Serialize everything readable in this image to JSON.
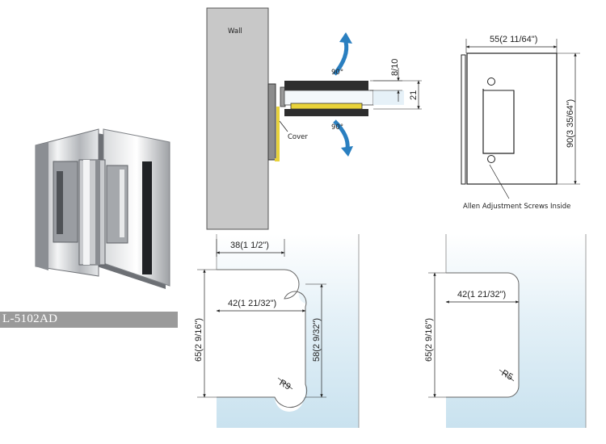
{
  "model": {
    "code": "L-5102AD"
  },
  "side_view": {
    "wall_label": "Wall",
    "cover_label": "Cover",
    "rotation_top": "90°",
    "rotation_bottom": "90°",
    "thickness_dim": "8/10",
    "height_dim": "21"
  },
  "front_view": {
    "width_dim": "55(2 11/64\")",
    "height_dim": "90(3 35/64\")",
    "screws_note": "Allen Adjustment Screws Inside"
  },
  "cutout_left": {
    "dim_top": "38(1 1/2\")",
    "dim_width": "42(1 21/32\")",
    "dim_height": "65(2 9/16\")",
    "dim_inner": "58(2 9/32\")",
    "radius": "R9"
  },
  "cutout_right": {
    "dim_width": "42(1 21/32\")",
    "dim_height": "65(2 9/16\")",
    "radius": "R5"
  },
  "colors": {
    "glass": "#d6ebf5",
    "wall": "#c8c8c8",
    "arrow": "#2a7fc0",
    "cover": "#e8d23a",
    "chrome": "#b9bcc0"
  }
}
